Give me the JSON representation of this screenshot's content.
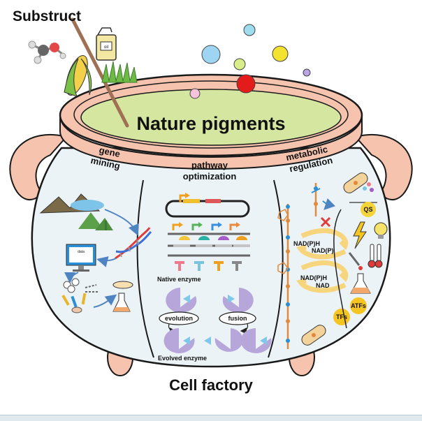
{
  "title_substruct": "Substruct",
  "title_pigments": "Nature pigments",
  "title_factory": "Cell factory",
  "sections": {
    "gene": {
      "line1": "gene",
      "line2": "mining"
    },
    "pathway": {
      "line1": "pathway",
      "line2": "optimization"
    },
    "metabolic": {
      "line1": "metabolic",
      "line2": "regulation"
    }
  },
  "enzymes": {
    "native": "Native enzyme",
    "evolved": "Evolved enzyme",
    "evolution": "evolution",
    "fusion": "fusion"
  },
  "cofactors": {
    "a1": "NAD(P)H",
    "a2": "NAD(P)",
    "b1": "NAD(P)H",
    "b2": "NAD"
  },
  "badges": {
    "qs": "QS",
    "atfs": "ATFs",
    "tfs": "TFs"
  },
  "icons": {
    "fuel_can_label": "oil",
    "screen_label": "data"
  },
  "colors": {
    "pot_fill": "#ecf3f6",
    "rim": "#f6c3ae",
    "rim_stroke": "#1a1a1a",
    "liquid": "#d5e6a0",
    "accent_purple": "#b6a6d9",
    "arrow_blue": "#4f84c3",
    "cofactor_arrow": "#f7d57d"
  }
}
